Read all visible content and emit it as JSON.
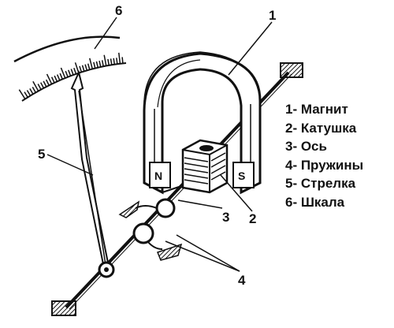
{
  "callouts": {
    "magnet": "1",
    "coil": "2",
    "axis": "3",
    "springs": "4",
    "pointer": "5",
    "scale": "6"
  },
  "poles": {
    "north": "N",
    "south": "S"
  },
  "legend": [
    "1- Магнит",
    "2- Катушка",
    "3- Ось",
    "4- Пружины",
    "5- Стрелка",
    "6- Шкала"
  ],
  "colors": {
    "ink": "#111111",
    "background": "#ffffff",
    "hatch_fill": "#222222"
  }
}
